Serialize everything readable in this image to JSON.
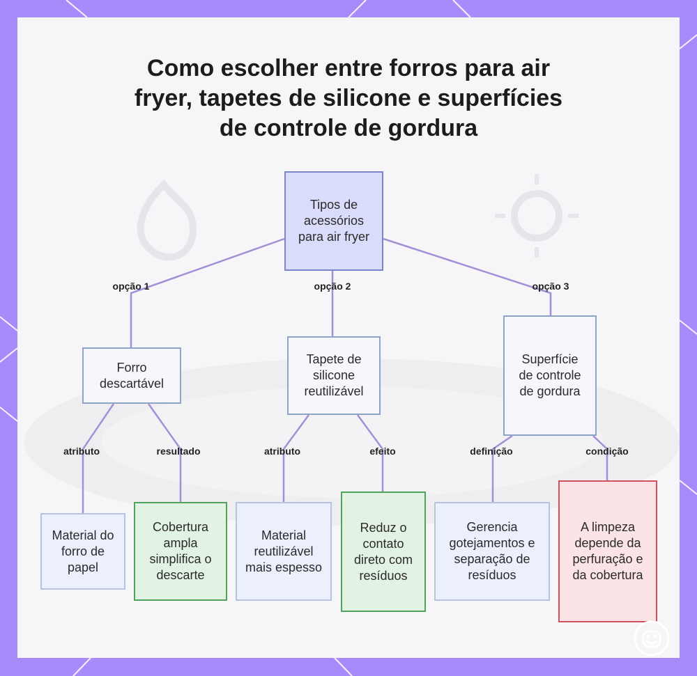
{
  "title": "Como escolher entre forros para air fryer, tapetes de silicone e superfícies de controle de gordura",
  "nodes": {
    "root": "Tipos de acessórios para air fryer",
    "forro": "Forro descartável",
    "tapete": "Tapete de silicone reutilizável",
    "superficie": "Superfície de controle de gordura",
    "material_papel": "Material do forro de papel",
    "cobertura": "Cobertura ampla simplifica o descarte",
    "material_reutilizavel": "Material reutilizável mais espesso",
    "reduz": "Reduz o contato direto com resíduos",
    "gerencia": "Gerencia gotejamentos e separação de resíduos",
    "limpeza": "A limpeza depende da perfuração e da cobertura"
  },
  "edges": {
    "opcao1": "opção 1",
    "opcao2": "opção 2",
    "opcao3": "opção 3",
    "atributo1": "atributo",
    "resultado": "resultado",
    "atributo2": "atributo",
    "efeito": "efeito",
    "definicao": "definição",
    "condicao": "condição"
  },
  "colors": {
    "frame": "#a78bfa",
    "connector": "#a48fd6",
    "root_fill": "#d9dcfb",
    "green_border": "#4fa35a",
    "red_border": "#d0505e"
  }
}
